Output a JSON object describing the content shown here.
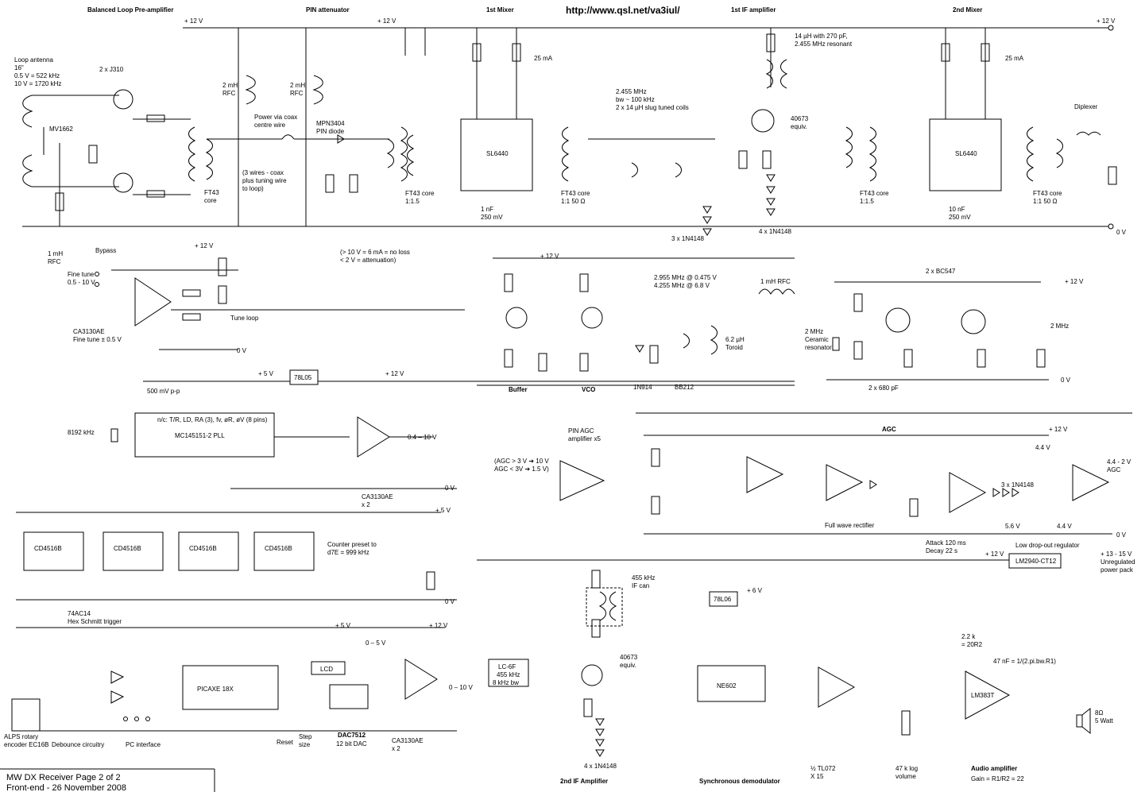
{
  "header": {
    "url": "http://www.qsl.net/va3iul/",
    "section_preamp": "Balanced Loop Pre-amplifier",
    "section_pin": "PIN attenuator",
    "section_mixer1": "1st Mixer",
    "section_if1": "1st IF amplifier",
    "section_mixer2": "2nd Mixer"
  },
  "title_block": {
    "line1": "MW DX Receiver Page 2 of 2",
    "line2": "Front-end  -  26 November 2008"
  },
  "rails": {
    "p12": "+ 12 V",
    "p5": "+ 5 V",
    "zero": "0 V",
    "p6": "+ 6 V"
  },
  "blocks": {
    "sl6440_1": "SL6440",
    "sl6440_2": "SL6440",
    "pll": "MC145151-2 PLL",
    "pll_note": "n/c: T/R, LD, RA (3), fv, øR, øV (8 pins)",
    "reg78l05": "78L05",
    "reg78l06": "78L06",
    "counter1": "CD4516B",
    "counter2": "CD4516B",
    "counter3": "CD4516B",
    "counter4": "CD4516B",
    "picaxe": "PICAXE 18X",
    "lcd": "LCD",
    "dac": "DAC7512",
    "dac_sub": "12 bit DAC",
    "ne602": "NE602",
    "lm383": "LM383T",
    "lm2940": "LM2940-CT12",
    "filter": "LC-6F\n455 kHz\n8 kHz bw",
    "ldo": "Low drop-out regulator"
  },
  "labels": {
    "loop_antenna": "Loop antenna\n16\"\n0.5 V = 522 kHz\n10 V = 1720 kHz",
    "j310x2": "2 x J310",
    "mv1662": "MV1662",
    "power_coax": "Power via coax\ncentre wire",
    "coax_note": "(3 wires - coax\nplus tuning wire\nto loop)",
    "mpn3404": "MPN3404\nPIN diode",
    "pin_note": "(> 10 V = 6 mA = no loss\n< 2 V = attenuation)",
    "ft43_1": "FT43\ncore",
    "ft43_2": "FT43 core\n1:1.5",
    "ft43_3": "FT43 core\n1:1 50 Ω",
    "ft43_4": "FT43 core\n1:1.5",
    "ft43_5": "FT43 core\n1:1 50 Ω",
    "rfc1": "2 mH\nRFC",
    "rfc2": "2 mH\nRFC",
    "rfc3": "1 mH\nRFC",
    "rfc4": "1 mH RFC",
    "filter_2455": "2.455 MHz\nbw ~ 100 kHz\n2 x 14 µH slug tuned coils",
    "coil_note": "14 µH with 270 pF,\n2.455 MHz resonant",
    "m40673a": "40673\nequiv.",
    "m40673b": "40673\nequiv.",
    "diodes1": "4 x 1N4148",
    "diodes2": "3 x 1N4148",
    "diodes3": "4 x 1N4148",
    "diodes4": "3 x 1N4148",
    "bypass": "Bypass",
    "fine_tune": "Fine tune\n0.5 - 10 V",
    "ca3130_1": "CA3130AE\nFine tune ± 0.5 V",
    "tune_loop": "Tune loop",
    "buffer": "Buffer",
    "vco": "VCO",
    "vco_freq": "2.955 MHz @ 0.475 V\n4.255 MHz @ 6.8 V",
    "toroid": "6.2 µH\nToroid",
    "n1n914": "1N914",
    "bb212": "BB212",
    "bc547": "2 x BC547",
    "ceramic": "2 MHz\nCeramic\nresonator",
    "x680": "2 x 680 pF",
    "mhz2": "2 MHz",
    "diplexer": "Diplexer",
    "xtal": "8192 kHz",
    "pp500": "500 mV p-p",
    "v0410": "0.4 – 10 V",
    "ca3130x2": "CA3130AE\nx 2",
    "preset": "Counter preset to\nd7E = 999 kHz",
    "hc14": "74AC14\nHex Schmitt trigger",
    "alps": "ALPS rotary\nencoder EC16B",
    "debounce": "Debounce circuitry",
    "pcint": "PC interface",
    "reset": "Reset",
    "step": "Step\nsize",
    "v05": "0 – 5 V",
    "v010": "0 – 10 V",
    "pin_agc": "PIN AGC\namplifier x5",
    "agc_note": "(AGC > 3 V ➔ 10 V\nAGC < 3V ➔ 1.5 V)",
    "agc": "AGC",
    "fwr": "Full wave rectifier",
    "attack": "Attack 120 ms\nDecay 22 s",
    "agc_out": "4.4 - 2 V\nAGC",
    "v44a": "4.4 V",
    "v44b": "4.4 V",
    "v56": "5.6 V",
    "if_can": "455 kHz\nIF can",
    "if2": "2nd IF Amplifier",
    "sync": "Synchronous demodulator",
    "tl072x15": "½ TL072\nX 15",
    "vol": "47 k log\nvolume",
    "audio": "Audio amplifier",
    "gain": "Gain = R1/R2 = 22",
    "nf47": "47 nF = 1/(2.pi.bw.R1)",
    "spk": "8Ω\n5 Watt",
    "unreg": "+ 13 - 15 V\nUnregulated\npower pack",
    "ma25a": "25 mA",
    "ma25b": "25 mA",
    "mv250a": "1 nF\n250 mV",
    "mv250b": "10 nF\n250 mV",
    "r220_20": "2.2 k\n= 20R2",
    "mic": "½ TL072"
  }
}
